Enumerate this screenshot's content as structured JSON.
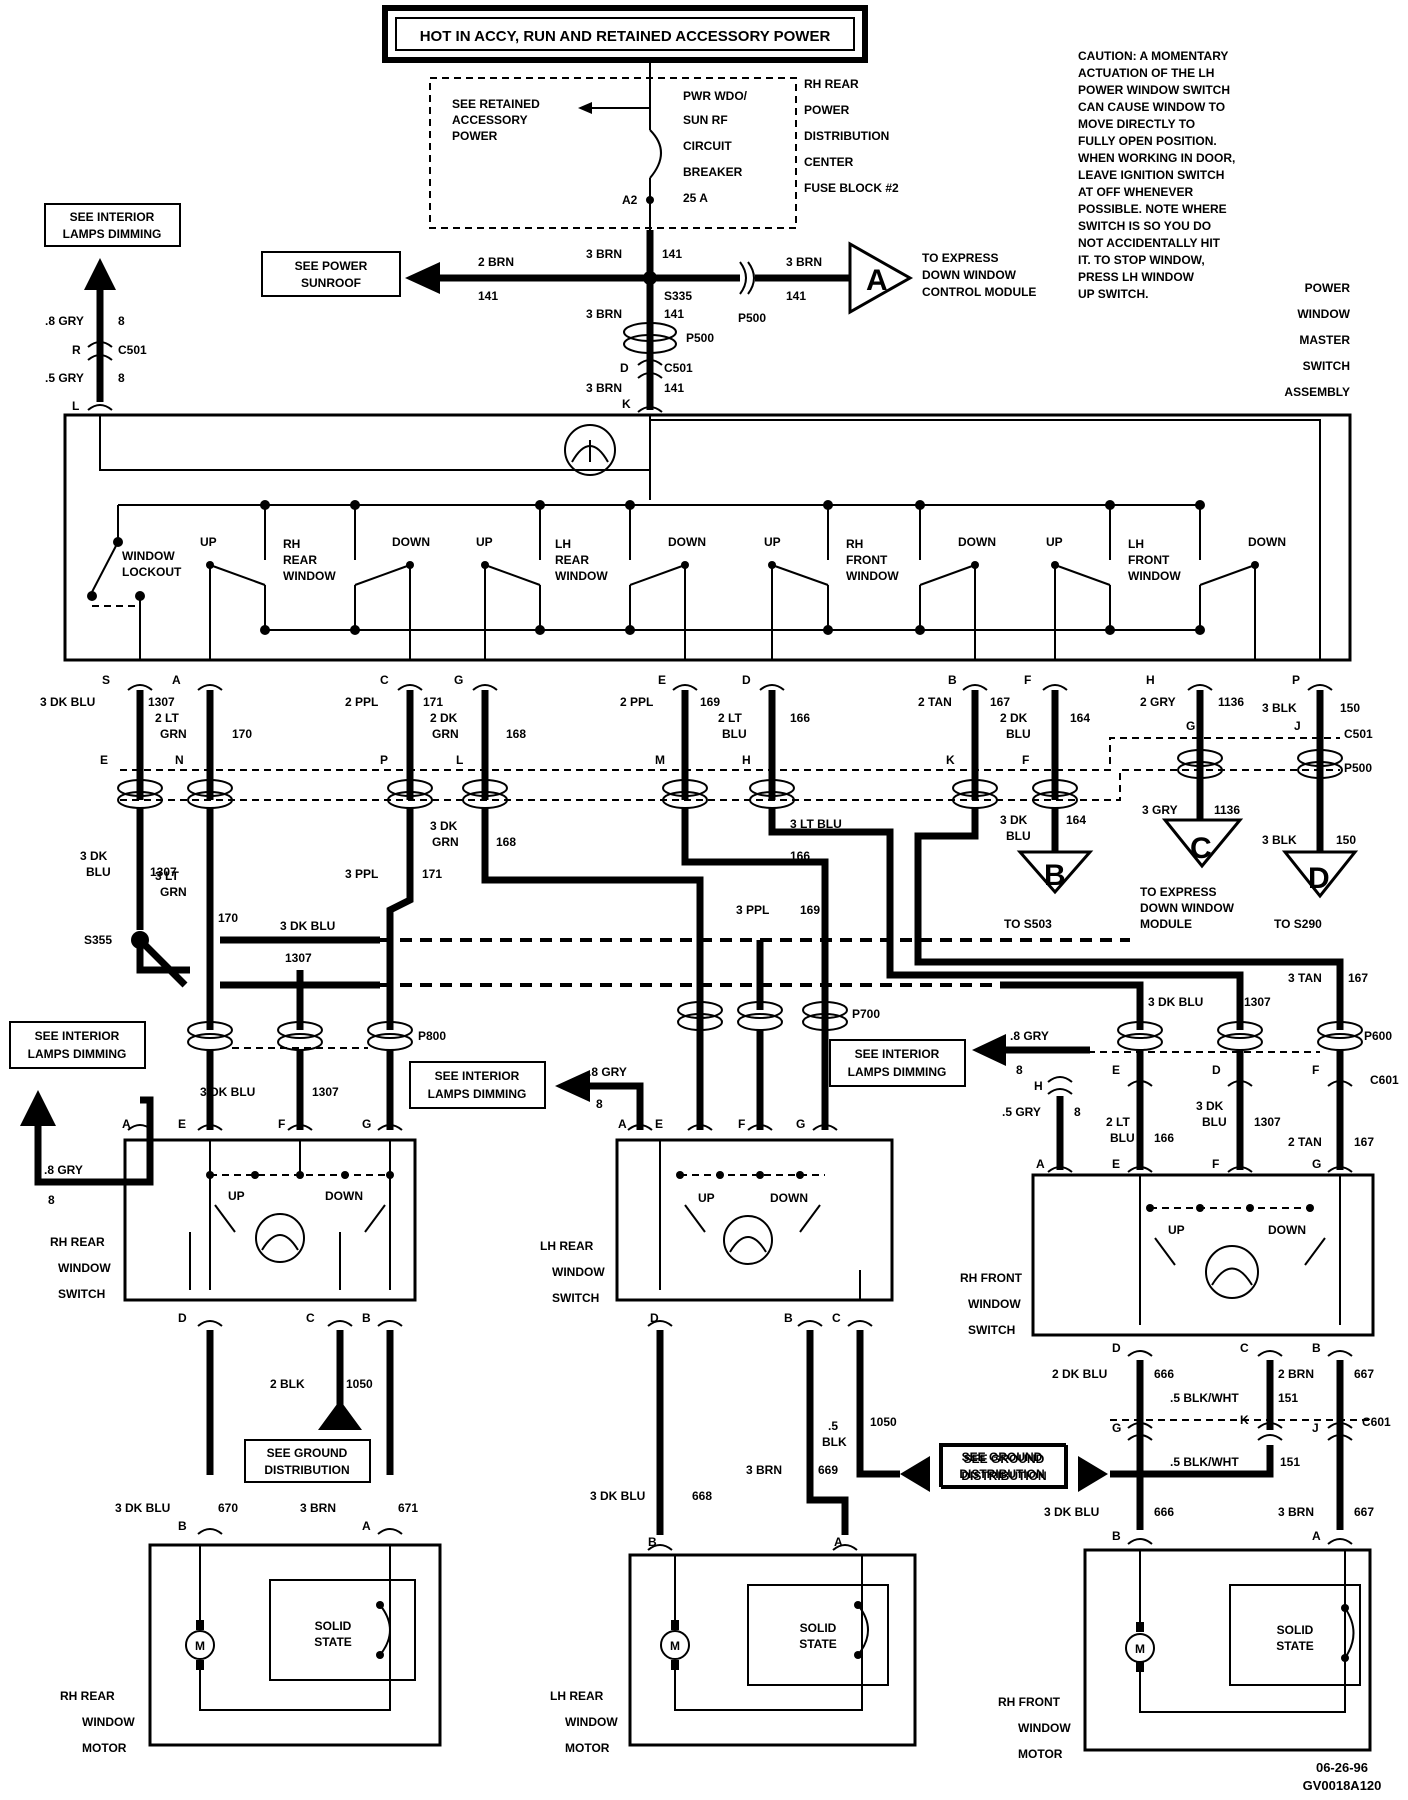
{
  "header": {
    "title": "HOT IN ACCY, RUN AND RETAINED ACCESSORY POWER"
  },
  "fuse": {
    "lines": [
      "PWR WDO/",
      "SUN RF",
      "CIRCUIT",
      "BREAKER",
      "25 A"
    ],
    "pin": "A2",
    "retained": [
      "SEE RETAINED",
      "ACCESSORY",
      "POWER"
    ],
    "block": [
      "RH REAR",
      "POWER",
      "DISTRIBUTION",
      "CENTER",
      "FUSE BLOCK #2"
    ]
  },
  "caution": [
    "CAUTION:  A MOMENTARY",
    "ACTUATION OF THE LH",
    "POWER WINDOW SWITCH",
    "CAN CAUSE WINDOW TO",
    "MOVE DIRECTLY TO",
    "FULLY OPEN POSITION.",
    "WHEN WORKING IN DOOR,",
    "LEAVE IGNITION SWITCH",
    "AT OFF WHENEVER",
    "POSSIBLE.  NOTE WHERE",
    "SWITCH IS SO YOU DO",
    "NOT ACCIDENTALLY HIT",
    "IT.   TO STOP WINDOW,",
    "PRESS LH WINDOW",
    "UP SWITCH."
  ],
  "master": {
    "name": [
      "POWER",
      "WINDOW",
      "MASTER",
      "SWITCH",
      "ASSEMBLY"
    ],
    "lockout": [
      "WINDOW",
      "LOCKOUT"
    ],
    "up": "UP",
    "down": "DOWN",
    "sections": [
      [
        "RH",
        "REAR",
        "WINDOW"
      ],
      [
        "LH",
        "REAR",
        "WINDOW"
      ],
      [
        "RH",
        "FRONT",
        "WINDOW"
      ],
      [
        "LH",
        "FRONT",
        "WINDOW"
      ]
    ]
  },
  "refs": {
    "interior_dimming": [
      "SEE INTERIOR",
      "LAMPS DIMMING"
    ],
    "power_sunroof": [
      "SEE POWER",
      "SUNROOF"
    ],
    "express_module": [
      "TO EXPRESS",
      "DOWN WINDOW",
      "CONTROL MODULE"
    ],
    "express_module2": [
      "TO EXPRESS",
      "DOWN WINDOW",
      "MODULE"
    ],
    "ground": [
      "SEE GROUND",
      "DISTRIBUTION"
    ],
    "to_s503": "TO S503",
    "to_s290": "TO S290"
  },
  "connectors": {
    "c501": "C501",
    "p500": "P500",
    "s335": "S335",
    "s355": "S355",
    "p800": "P800",
    "p700": "P700",
    "p600": "P600",
    "c601": "C601"
  },
  "offpage": {
    "a": "A",
    "b": "B",
    "c": "C",
    "d": "D"
  },
  "door_switches": {
    "rh_rear": [
      "RH REAR",
      "WINDOW",
      "SWITCH"
    ],
    "lh_rear": [
      "LH REAR",
      "WINDOW",
      "SWITCH"
    ],
    "rh_front": [
      "RH FRONT",
      "WINDOW",
      "SWITCH"
    ]
  },
  "motors": {
    "rh_rear": [
      "RH REAR",
      "WINDOW",
      "MOTOR"
    ],
    "lh_rear": [
      "LH REAR",
      "WINDOW",
      "MOTOR"
    ],
    "rh_front": [
      "RH FRONT",
      "WINDOW",
      "MOTOR"
    ],
    "solid": [
      "SOLID",
      "STATE"
    ],
    "m": "M"
  },
  "footer": {
    "date": "06-26-96",
    "code": "GV0018A120"
  }
}
